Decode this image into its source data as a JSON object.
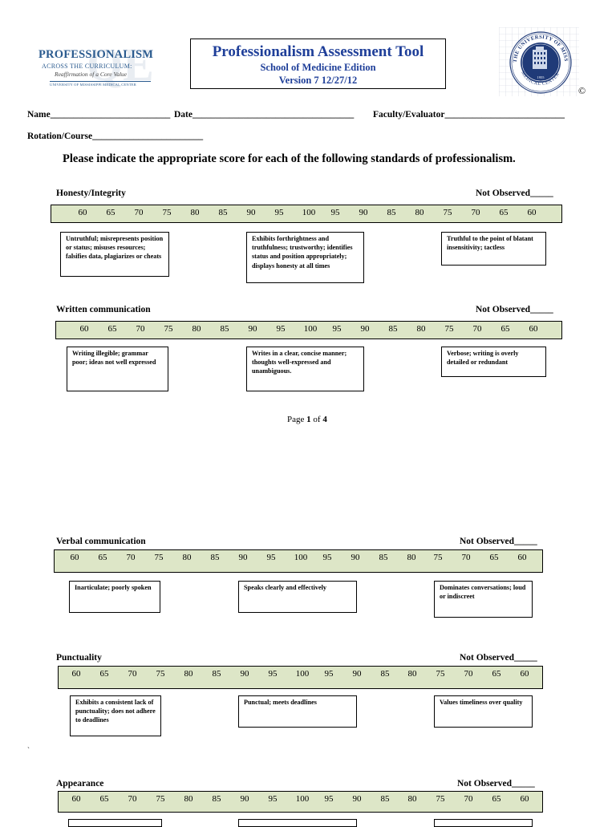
{
  "logo": {
    "title": "PROFESSIONALISM",
    "subtitle": "ACROSS THE CURRICULUM:",
    "tagline": "Reaffirmation of a Core Value",
    "small_text": "UNIVERSITY OF MISSISSIPPI MEDICAL CENTER"
  },
  "title_box": {
    "title": "Professionalism Assessment Tool",
    "edition": "School of Medicine Edition",
    "version": "Version 7  12/27/12"
  },
  "seal": {
    "text": "THE UNIVERSITY OF MISSISSIPPI MEDICAL CENTER",
    "year": "1955",
    "copyright_symbol": "©"
  },
  "fields": {
    "name": "Name__________________________",
    "date": "Date___________________________________",
    "faculty": "Faculty/Evaluator__________________________",
    "rotation": "Rotation/Course________________________"
  },
  "instruction": "Please indicate the appropriate score for each of the following standards of professionalism.",
  "page_number": {
    "prefix": "Page ",
    "current": "1",
    "of": " of ",
    "total": "4"
  },
  "stray_mark": "`",
  "score_labels": [
    "60",
    "65",
    "70",
    "75",
    "80",
    "85",
    "90",
    "95",
    "100",
    "95",
    "90",
    "85",
    "80",
    "75",
    "70",
    "65",
    "60"
  ],
  "sections": [
    {
      "label": "Honesty/Integrity",
      "not_observed": "Not Observed_____",
      "descriptors": [
        "Untruthful; misrepresents position or status; misuses resources; falsifies data, plagiarizes or cheats",
        "Exhibits forthrightness and truthfulness; trustworthy; identifies status and position appropriately; displays honesty at all times",
        "Truthful to the point of blatant insensitivity; tactless"
      ]
    },
    {
      "label": "Written communication",
      "not_observed": "Not Observed_____",
      "descriptors": [
        "Writing illegible; grammar poor; ideas not well expressed",
        "Writes in a clear, concise manner; thoughts well-expressed and unambiguous.",
        "Verbose; writing is overly detailed or redundant"
      ]
    },
    {
      "label": "Verbal communication",
      "not_observed": "Not Observed_____",
      "descriptors": [
        "Inarticulate; poorly spoken",
        "Speaks clearly and effectively",
        "Dominates conversations; loud or indiscreet"
      ]
    },
    {
      "label": "Punctuality",
      "not_observed": "Not Observed_____",
      "descriptors": [
        "Exhibits a consistent lack of punctuality; does not adhere to deadlines",
        "Punctual; meets deadlines",
        "Values timeliness over quality"
      ]
    },
    {
      "label": "Appearance",
      "not_observed": "Not Observed_____",
      "descriptors": [
        "",
        "",
        ""
      ]
    }
  ]
}
